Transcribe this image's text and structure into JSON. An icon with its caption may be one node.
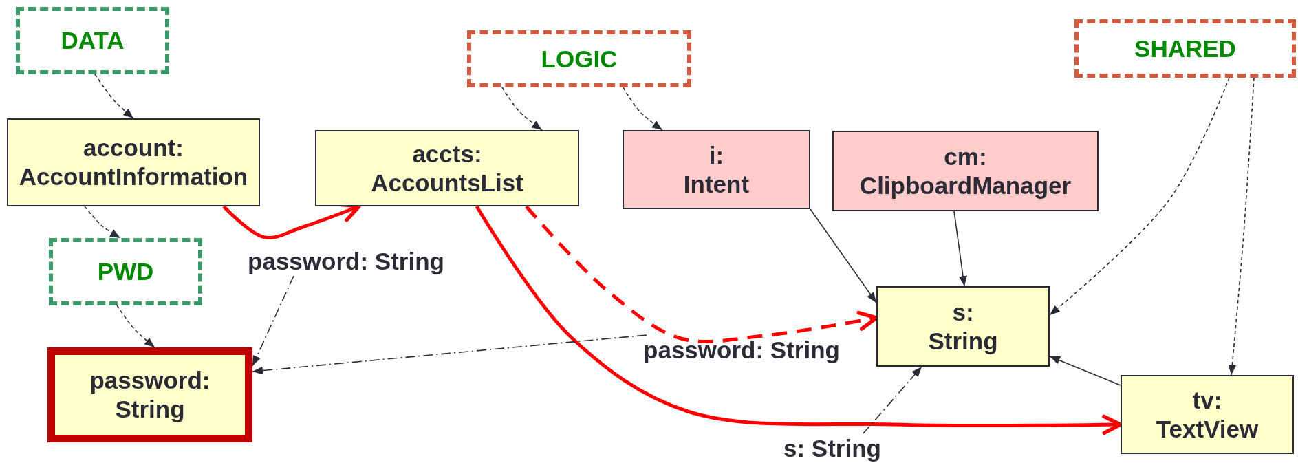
{
  "diagram": {
    "nodes": [
      {
        "text": [
          "DATA"
        ]
      },
      {
        "text": [
          "LOGIC"
        ]
      },
      {
        "text": [
          "SHARED"
        ]
      },
      {
        "text": [
          "account: AccountInformation"
        ]
      },
      {
        "text": [
          "accts: AccountsList"
        ]
      },
      {
        "text": [
          "i: Intent"
        ]
      },
      {
        "text": [
          "cm: ClipboardManager"
        ]
      },
      {
        "text": [
          "PWD"
        ]
      },
      {
        "text": [
          "password: String"
        ]
      },
      {
        "text": [
          "s: String"
        ]
      },
      {
        "text": [
          "tv: TextView"
        ]
      },
      {
        "text": [
          "password: String"
        ]
      },
      {
        "text": [
          "password: String"
        ]
      },
      {
        "text": [
          "s: String"
        ]
      }
    ],
    "edges": [
      {
        "from": 0,
        "to": 3,
        "arrow": "to",
        "style": "dashed"
      },
      {
        "from": 3,
        "to": 7,
        "arrow": "to",
        "style": "dashed"
      },
      {
        "from": 7,
        "to": 8,
        "arrow": "to",
        "style": "dashed"
      },
      {
        "from": 1,
        "to": 4,
        "arrow": "to",
        "style": "dashed"
      },
      {
        "from": 1,
        "to": 5,
        "arrow": "to",
        "style": "dashed"
      },
      {
        "from": 2,
        "to": 9,
        "arrow": "to",
        "style": "dashed"
      },
      {
        "from": 2,
        "to": 10,
        "arrow": "to",
        "style": "dashed"
      },
      {
        "from": 3,
        "to": 4,
        "arrow": "to",
        "style": "thick",
        "color": "#ff0000"
      },
      {
        "from": 4,
        "to": 9,
        "arrow": "to",
        "style": "dashed",
        "color": "#ff0000"
      },
      {
        "from": 4,
        "to": 10,
        "arrow": "to",
        "style": "thick",
        "color": "#ff0000"
      },
      {
        "from": 5,
        "to": 9,
        "arrow": "to"
      },
      {
        "from": 6,
        "to": 9,
        "arrow": "to"
      },
      {
        "from": 10,
        "to": 9,
        "arrow": "to"
      },
      {
        "from": 11,
        "to": 8,
        "arrow": "to",
        "style": "dashed"
      },
      {
        "from": 12,
        "to": 8,
        "arrow": "to",
        "style": "dashed"
      },
      {
        "from": 13,
        "to": 9,
        "arrow": "to",
        "style": "dashed"
      }
    ]
  }
}
